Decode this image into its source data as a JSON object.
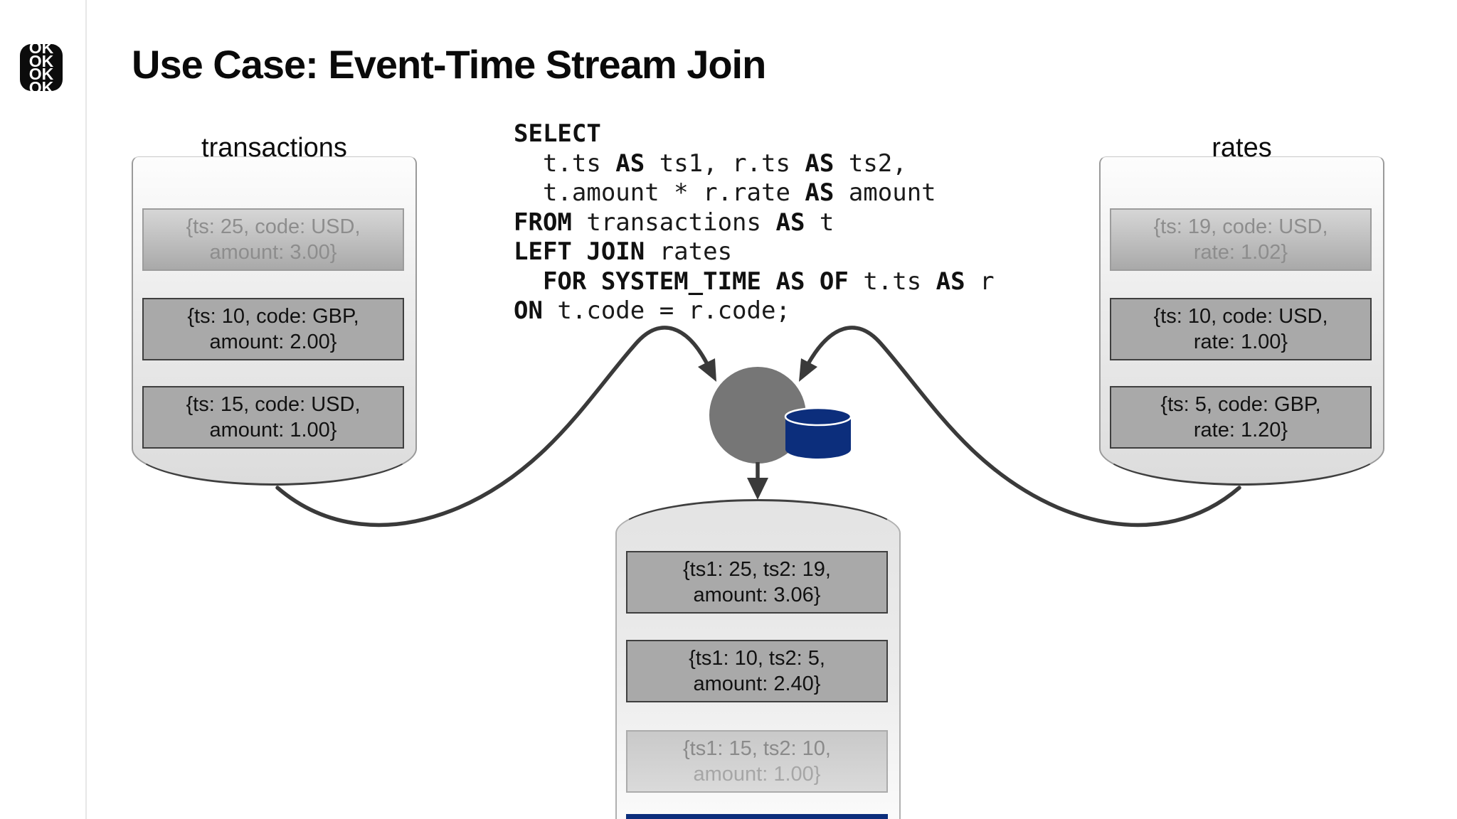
{
  "header": {
    "title": "Use Case: Event-Time Stream Join",
    "logo_lines": [
      "OK",
      "OK",
      "OK",
      "OK"
    ]
  },
  "code": {
    "lines": [
      [
        {
          "t": "SELECT",
          "b": 1
        }
      ],
      [
        {
          "t": "  t.ts "
        },
        {
          "t": "AS",
          "b": 1
        },
        {
          "t": " ts1, r.ts "
        },
        {
          "t": "AS",
          "b": 1
        },
        {
          "t": " ts2,"
        }
      ],
      [
        {
          "t": "  t.amount * r.rate "
        },
        {
          "t": "AS",
          "b": 1
        },
        {
          "t": " amount"
        }
      ],
      [
        {
          "t": "FROM",
          "b": 1
        },
        {
          "t": " transactions "
        },
        {
          "t": "AS",
          "b": 1
        },
        {
          "t": " t"
        }
      ],
      [
        {
          "t": "LEFT JOIN",
          "b": 1
        },
        {
          "t": " rates"
        }
      ],
      [
        {
          "t": "  "
        },
        {
          "t": "FOR SYSTEM_TIME",
          "b": 1
        },
        {
          "t": " "
        },
        {
          "t": "AS OF",
          "b": 1
        },
        {
          "t": " t.ts "
        },
        {
          "t": "AS",
          "b": 1
        },
        {
          "t": " r"
        }
      ],
      [
        {
          "t": "ON",
          "b": 1
        },
        {
          "t": " t.code = r.code;"
        }
      ]
    ]
  },
  "streams": {
    "transactions": {
      "label": "transactions",
      "records": [
        {
          "line1": "{ts: 25, code: USD,",
          "line2": "amount: 3.00}",
          "state": "faded"
        },
        {
          "line1": "{ts: 10, code: GBP,",
          "line2": "amount: 2.00}",
          "state": "active"
        },
        {
          "line1": "{ts: 15, code: USD,",
          "line2": "amount: 1.00}",
          "state": "active"
        }
      ]
    },
    "rates": {
      "label": "rates",
      "records": [
        {
          "line1": "{ts: 19, code: USD,",
          "line2": "rate: 1.02}",
          "state": "faded"
        },
        {
          "line1": "{ts: 10, code: USD,",
          "line2": "rate: 1.00}",
          "state": "active"
        },
        {
          "line1": "{ts: 5, code: GBP,",
          "line2": "rate: 1.20}",
          "state": "active"
        }
      ]
    },
    "output": {
      "records": [
        {
          "line1": "{ts1: 25, ts2: 19,",
          "line2": "amount: 3.06}",
          "state": "active"
        },
        {
          "line1": "{ts1: 10, ts2: 5,",
          "line2": "amount: 2.40}",
          "state": "active"
        },
        {
          "line1": "{ts1: 15, ts2: 10,",
          "line2": "amount: 1.00}",
          "state": "faded-out"
        }
      ]
    }
  },
  "icons": {
    "join_operator": "gray-circle",
    "state_store": "database-cylinder",
    "emerging_record": "navy-bar"
  },
  "colors": {
    "state_store_navy": "#0C2E7C",
    "join_operator_gray": "#767676",
    "record_gray": "#A9A9A9",
    "arrow": "#3A3A3A"
  }
}
